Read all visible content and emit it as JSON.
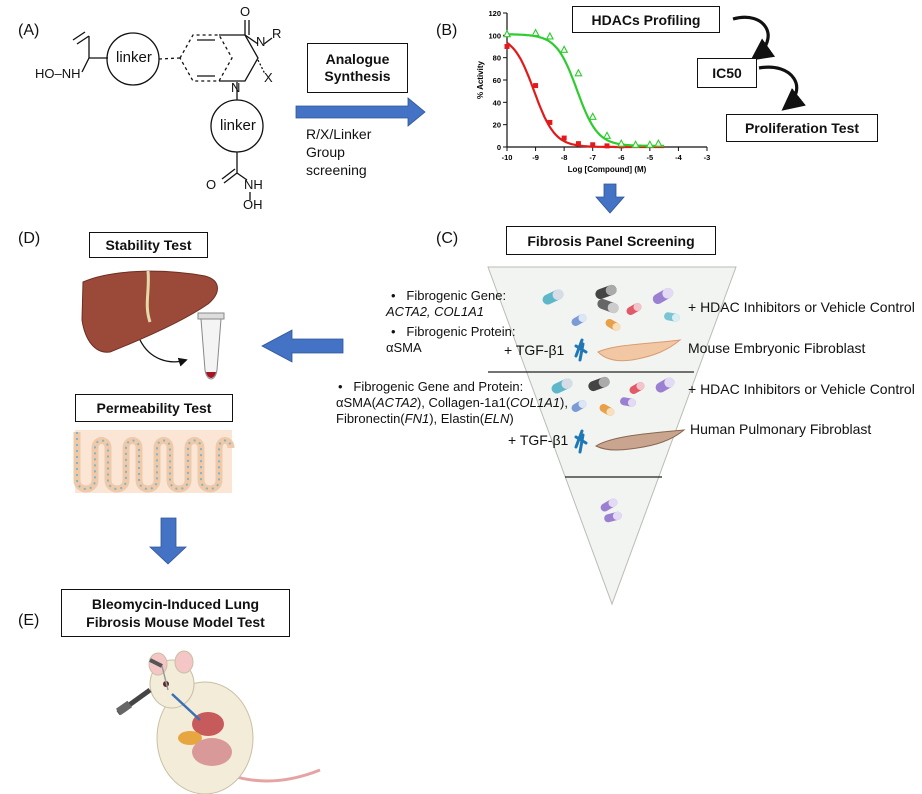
{
  "panels": {
    "a": "(A)",
    "b": "(B)",
    "c": "(C)",
    "d": "(D)",
    "e": "(E)"
  },
  "structure": {
    "hydroxamic_top": "HO–NH",
    "linker1": "linker",
    "linker2": "linker",
    "O_top": "O",
    "N3": "N",
    "R": "R",
    "N1": "N",
    "X": "X",
    "O_bottom": "O",
    "NH": "NH",
    "OH": "OH"
  },
  "synthesis": {
    "box": "Analogue Synthesis",
    "screening": [
      "R/X/Linker",
      "Group",
      "screening"
    ]
  },
  "flow": {
    "hdacs_profiling": "HDACs  Profiling",
    "ic50": "IC50",
    "proliferation": "Proliferation Test",
    "fibrosis_panel": "Fibrosis Panel Screening",
    "stability": "Stability Test",
    "permeability": "Permeability Test",
    "lung_model": "Bleomycin-Induced Lung Fibrosis Mouse Model Test"
  },
  "screening_text": {
    "gene_label": "Fibrogenic Gene:",
    "gene_values": "ACTA2, COL1A1",
    "protein_label": "Fibrogenic Protein:",
    "protein_value": "αSMA",
    "tgf1": "+ TGF-β1",
    "hdac1": "+ HDAC Inhibitors or Vehicle Control",
    "cell1": "Mouse Embryonic Fibroblast",
    "gene_protein_label": "Fibrogenic Gene and Protein:",
    "line2_a": "αSMA(",
    "line2_b": "ACTA2",
    "line2_c": "), Collagen-1a1(",
    "line2_d": "COL1A1",
    "line2_e": "),",
    "line3_a": "Fibronectin(",
    "line3_b": "FN1",
    "line3_c": "), Elastin(",
    "line3_d": "ELN",
    "line3_e": ")",
    "tgf2": "+ TGF-β1",
    "hdac2": "+ HDAC Inhibitors or Vehicle Control",
    "cell2": "Human Pulmonary Fibroblast"
  },
  "chart_data": {
    "type": "line",
    "xlabel": "Log [Compound] (M)",
    "ylabel": "% Activity",
    "xlim": [
      -10,
      -3
    ],
    "ylim": [
      0,
      120
    ],
    "xticks": [
      -10,
      -9,
      -8,
      -7,
      -6,
      -5,
      -4,
      -3
    ],
    "yticks": [
      0,
      20,
      40,
      60,
      80,
      100,
      120
    ],
    "series": [
      {
        "color": "#e31a1c",
        "marker": "square",
        "x": [
          -10,
          -9,
          -8.5,
          -8,
          -7.5,
          -7,
          -6.5,
          -6
        ],
        "y": [
          90,
          55,
          22,
          8,
          3,
          2,
          1,
          1
        ]
      },
      {
        "color": "#2ecc2e",
        "marker": "triangle",
        "x": [
          -10,
          -9,
          -8.5,
          -8,
          -7.5,
          -7,
          -6.5,
          -6,
          -5.5,
          -5,
          -4.7
        ],
        "y": [
          101,
          102,
          99,
          87,
          66,
          27,
          10,
          3,
          2,
          2,
          3
        ]
      }
    ],
    "curves": [
      {
        "color": "#e31a1c",
        "top": 100,
        "bottom": 0,
        "logIC50": -9.05,
        "hill": 1.2
      },
      {
        "color": "#2ecc2e",
        "top": 101,
        "bottom": 1,
        "logIC50": -7.55,
        "hill": 1.2
      }
    ]
  },
  "colors": {
    "arrow": "#4472c4",
    "triangle_fill": "#f2f4f1",
    "red": "#e31a1c",
    "green": "#2ecc2e"
  }
}
